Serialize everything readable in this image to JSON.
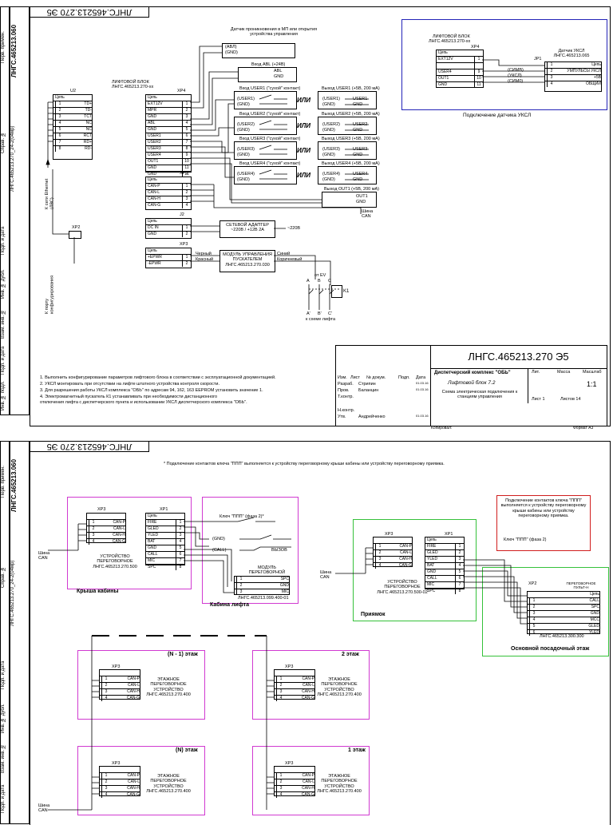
{
  "sheet1": {
    "stamp": "ЛНГС.465213.270 Э5",
    "side": {
      "perv": "Перв. примен.",
      "perv_val": "ЛНГС.465213.060",
      "sprav": "Справ. №",
      "sprav_val": "ЛНГС.465213.270_24-2(04мр)",
      "podp1": "Подп. и дата",
      "inv_dubl": "Инв. № дубл.",
      "vzam": "Взам. инв. №",
      "podp2": "Подп. и дата",
      "inv_podl": "Инв. № подл."
    },
    "sensor_label": "Датчик проникновения в МП или открытия устройства управления",
    "sensor_pins": [
      "(АВЛ)",
      "(GND)"
    ],
    "abl_input": "Вход ABL (+24В)",
    "abl_pins": [
      "ABL",
      "GND"
    ],
    "main_block": {
      "title": "ЛИФТОВОЙ БЛОК",
      "code": "ЛНГС.465213.270-хх",
      "conn": "XP4"
    },
    "u2": {
      "name": "U2",
      "rows": [
        [
          "1",
          "TD+"
        ],
        [
          "2",
          "TD-"
        ],
        [
          "3",
          "TCT"
        ],
        [
          "4",
          "NC"
        ],
        [
          "5",
          "NC"
        ],
        [
          "6",
          "RCT"
        ],
        [
          "7",
          "RD+"
        ],
        [
          "8",
          "RD-"
        ]
      ],
      "header": "Цепь"
    },
    "xp4_rows": [
      [
        "EXT12V",
        "1"
      ],
      [
        "MPR",
        "2"
      ],
      [
        "GND",
        "3"
      ],
      [
        "ABL",
        "4"
      ],
      [
        "GND",
        "5"
      ],
      [
        "USER1",
        "6"
      ],
      [
        "USER2",
        "7"
      ],
      [
        "USER3",
        "8"
      ],
      [
        "USER4",
        "9"
      ],
      [
        "OUT1",
        "10"
      ],
      [
        "GND",
        "11"
      ]
    ],
    "xp5": {
      "name": "XP5",
      "rows": [
        [
          "CAN-P",
          "1"
        ],
        [
          "CAN-L",
          "2"
        ],
        [
          "CAN-H",
          "3"
        ],
        [
          "CAN-G",
          "4"
        ]
      ]
    },
    "j2": {
      "name": "J2",
      "rows": [
        [
          "DC IN",
          "1"
        ],
        [
          "GND",
          "2"
        ]
      ]
    },
    "xp3": {
      "name": "XP3",
      "rows": [
        [
          "+EPWR",
          "1"
        ],
        [
          "-EPWR",
          "2"
        ]
      ]
    },
    "xp2": "XP2",
    "users": [
      {
        "in": "Вход USER1 (\"сухой\" контакт)",
        "out": "Выход USER1 (+5В, 200 мА)",
        "pins": [
          "(USER1)",
          "(GND)"
        ],
        "opins": [
          "USER1",
          "GND"
        ]
      },
      {
        "in": "Вход USER2 (\"сухой\" контакт)",
        "out": "Выход USER2 (+5В, 200 мА)",
        "pins": [
          "(USER2)",
          "(GND)"
        ],
        "opins": [
          "USER2",
          "GND"
        ]
      },
      {
        "in": "Вход USER3 (\"сухой\" контакт)",
        "out": "Выход USER3 (+5В, 200 мА)",
        "pins": [
          "(USER3)",
          "(GND)"
        ],
        "opins": [
          "USER3",
          "GND"
        ]
      },
      {
        "in": "Вход USER4 (\"сухой\" контакт)",
        "out": "Выход USER4 (+5В, 200 мА)",
        "pins": [
          "(USER4)",
          "(GND)"
        ],
        "opins": [
          "USER4",
          "GND"
        ]
      }
    ],
    "ili": "ИЛИ",
    "out1": "Выход OUT1 (+5В, 200 мА)",
    "out1_pins": [
      "OUT1",
      "GND"
    ],
    "shina_can": "Шина CAN",
    "adapter": "СЕТЕВОЙ АДАПТЕР ~220В / +12В 2А",
    "v220": "~220В",
    "module": "МОДУЛЬ УПРАВЛЕНИЯ ПУСКАТЕЛЕМ ЛНГС.465213.270.030",
    "wire_black": "Черный",
    "wire_red": "Красный",
    "wire_blue": "Синий",
    "wire_brown": "Коричневый",
    "from_ev": "от ЕV",
    "phases": [
      "A",
      "B",
      "C"
    ],
    "phases2": [
      "A'",
      "B'",
      "C'"
    ],
    "to_lift": "к схеме лифта",
    "k1": "K1",
    "left_vert1": "К сети Ethernet (ЛВС)",
    "left_vert2": "К порту конфигурирования",
    "uksl_box": {
      "block_title": "ЛИФТОВОЙ БЛОК",
      "block_code": "ЛНГС.465213.270-хх",
      "xp4": "XP4",
      "rows": [
        [
          "EXT12V",
          "1"
        ],
        [
          "USER4",
          "9"
        ],
        [
          "OUT1",
          "10"
        ],
        [
          "GND",
          "11"
        ]
      ],
      "sensor_title": "Датчик УКСЛ ЛНГС.465213.065",
      "jp1": "JP1",
      "sensor_rows": [
        [
          "1",
          "Цепь"
        ],
        [
          "2",
          "УМПУЛЬСЫ УКСЛ"
        ],
        [
          "3",
          "+5В"
        ],
        [
          "4",
          "ОБЩИЙ"
        ]
      ],
      "wires": [
        "(СИМВ)",
        "(УКСЛ)",
        "(СИМ0)"
      ],
      "caption": "Подключение датчика УКСЛ"
    },
    "notes": [
      "1. Выполнить конфигурирование параметров лифтового блока в соответствии с эксплуатационной документацией.",
      "2. УКСЛ монтировать при отсутствии на лифте штатного устройства контроля скорости.",
      "3. Для разрешения работы УКСЛ комплекса \"ОБЬ\" по адресам 94, 162, 163 EEPROM установить значение 1.",
      "4. Электромагнитный пускатель К1 устанавливать при необходимости дистанционного",
      "    отключения лифта с диспетчерского пункта и использовании УКСЛ диспетчерского комплекса \"ОБЬ\"."
    ],
    "tb": {
      "code": "ЛНГС.465213.270 Э5",
      "complex": "Диспетчерский комплекс \"ОБЬ\"",
      "product": "Лифтовой блок 7.2",
      "desc": "Схема электрическая подключения к станциям управления",
      "lit": "Лит.",
      "mass": "Масса",
      "scale": "Масштаб",
      "scale_val": "1:1",
      "sheet": "Лист 1",
      "sheets": "Листов 14",
      "izm": "Изм.",
      "list": "Лист",
      "ndoc": "№ докум.",
      "podp": "Подп.",
      "data": "Дата",
      "razrab": "Разраб.",
      "razrab_n": "Стрипин",
      "prov": "Пров.",
      "prov_n": "Баланцин",
      "tkontr": "Т.контр.",
      "nkontr": "Н.контр.",
      "utv": "Утв.",
      "utv_n": "Андрейченко",
      "date1": "01.03.16",
      "date2": "01.03.16",
      "date3": "01.03.16",
      "kopiroval": "Копировал:",
      "format": "Формат А3"
    }
  },
  "sheet2": {
    "stamp": "ЛНГС.465213.270 Э5",
    "note": "* Подключение контактов ключа \"ППП\" выполняется к устройству переговорному крыши кабины или устройству переговорному приямка.",
    "roof": {
      "xp3": "XP3",
      "xp1": "XP1",
      "xp3_rows": [
        [
          "CAN-P",
          "1"
        ],
        [
          "CAN-L",
          "2"
        ],
        [
          "CAN-H",
          "3"
        ],
        [
          "CAN-G",
          "4"
        ]
      ],
      "xp1_rows": [
        [
          "FIRE",
          "1"
        ],
        [
          "GLED",
          "2"
        ],
        [
          "YLED",
          "3"
        ],
        [
          "BAT",
          "4"
        ],
        [
          "GND",
          "5"
        ],
        [
          "CALL",
          "6"
        ],
        [
          "MIC",
          "7"
        ],
        [
          "SPC",
          "8"
        ]
      ],
      "dev": "УСТРОЙСТВО ПЕРЕГОВОРНОЕ ЛНГС.465213.270.500",
      "caption": "Крыша кабины"
    },
    "cabin": {
      "key": "Ключ \"ППП\" (фаза 2)*",
      "pins": [
        "(GND)",
        "(CALL)"
      ],
      "vyzov": "ВЫЗОВ",
      "module": "МОДУЛЬ ПЕРЕГОВОРНОЙ СВЯЗИ",
      "module_rows": [
        [
          "1",
          "SPC"
        ],
        [
          "2",
          "GND"
        ],
        [
          "3",
          "MIC"
        ]
      ],
      "module_code": "ЛНГС.465213.099.400-01",
      "caption": "Кабина лифта"
    },
    "pit": {
      "xp3": "XP3",
      "xp1": "XP1",
      "dev": "УСТРОЙСТВО ПЕРЕГОВОРНОЕ ЛНГС.465213.270.500-02",
      "key": "Ключ \"ППП\" (фаза 2)",
      "caption": "Приямок"
    },
    "red_note": "Подключение контактов ключа \"ППП\" выполняется к устройству переговорному крыши кабины или устройству переговорному приямка.",
    "main_floor": {
      "xp2": "XP2",
      "title": "ПЕРЕГОВОРНОЕ ПУЛЬТ-Н",
      "rows": [
        [
          "1",
          "CALL"
        ],
        [
          "2",
          "SPC"
        ],
        [
          "3",
          "GND"
        ],
        [
          "4",
          "MCC"
        ],
        [
          "5",
          "GLED"
        ],
        [
          "6",
          "YLED"
        ]
      ],
      "code": "ЛНГС.465213.300.300",
      "caption": "Основной посадочный этаж"
    },
    "floors": [
      {
        "label": "(N - 1) этаж"
      },
      {
        "label": "2 этаж"
      },
      {
        "label": "(N) этаж"
      },
      {
        "label": "1 этаж"
      }
    ],
    "floor_dev": "ЭТАЖНОЕ ПЕРЕГОВОРНОЕ УСТРОЙСТВО ЛНГС.465213.270.400",
    "floor_xp3": "XP3",
    "floor_rows": [
      [
        "1",
        "CAN-P"
      ],
      [
        "2",
        "CAN-L"
      ],
      [
        "3",
        "CAN-H"
      ],
      [
        "4",
        "CAN-G"
      ]
    ],
    "shina_can": "Шина CAN",
    "side_vals": [
      "ЛНГС.465213.060",
      "ЛНГС.465213.270_24-2(04мр)"
    ]
  },
  "colors": {
    "magenta": "#d13ad1",
    "green": "#35c13a",
    "blue": "#2323b8",
    "red": "#d01d1d"
  }
}
